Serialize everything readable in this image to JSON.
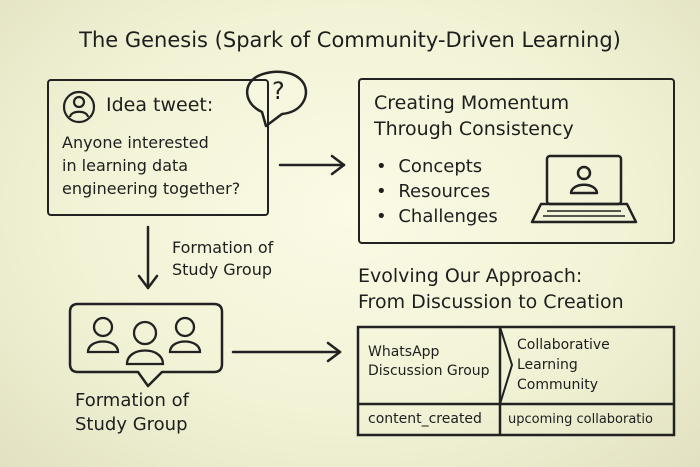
{
  "title": "The Genesis (Spark of Community-Driven Learning)",
  "idea_box": {
    "heading": "Idea tweet:",
    "lines": [
      "Anyone interested",
      "in learning data",
      "engineering together?"
    ],
    "bubble_symbol": "?",
    "icon": "user-avatar-icon"
  },
  "momentum_box": {
    "title_lines": [
      "Creating Momentum",
      "Through Consistency"
    ],
    "items": [
      "Concepts",
      "Resources",
      "Challenges"
    ],
    "bullet": "•",
    "icon": "laptop-person-icon"
  },
  "formation_label": [
    "Formation of",
    "Study Group"
  ],
  "group_box": {
    "icon": "group-people-icon",
    "caption": [
      "Formation of",
      "Study Group"
    ]
  },
  "evolve": {
    "title_lines": [
      "Evolving Our Approach:",
      "From Discussion to Creation"
    ],
    "cells": {
      "whatsapp": [
        "WhatsApp",
        "Discussion Group"
      ],
      "collab": [
        "Collaborative",
        "Learning",
        "Community"
      ],
      "content": "content_created",
      "upcoming": "upcoming collaboratio"
    }
  }
}
